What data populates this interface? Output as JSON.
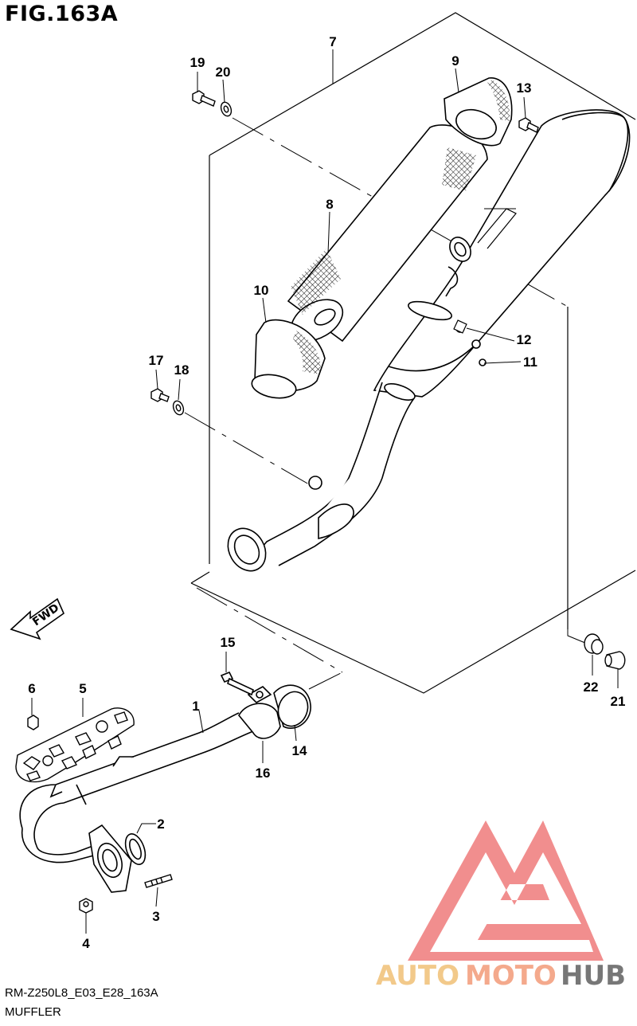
{
  "figure": {
    "title": "FIG.163A",
    "code": "RM-Z250L8_E03_E28_163A",
    "name": "MUFFLER"
  },
  "direction": {
    "label": "FWD"
  },
  "callouts": [
    {
      "num": "1"
    },
    {
      "num": "2"
    },
    {
      "num": "3"
    },
    {
      "num": "4"
    },
    {
      "num": "5"
    },
    {
      "num": "6"
    },
    {
      "num": "7"
    },
    {
      "num": "8"
    },
    {
      "num": "9"
    },
    {
      "num": "10"
    },
    {
      "num": "11"
    },
    {
      "num": "12"
    },
    {
      "num": "13"
    },
    {
      "num": "14"
    },
    {
      "num": "15"
    },
    {
      "num": "16"
    },
    {
      "num": "17"
    },
    {
      "num": "18"
    },
    {
      "num": "19"
    },
    {
      "num": "20"
    },
    {
      "num": "21"
    },
    {
      "num": "22"
    }
  ],
  "watermark": {
    "part1": "AUTO",
    "part2": "MOTO",
    "part3": "HUB",
    "color_primary": "#f4a98c",
    "color_secondary": "#f2c98a",
    "color_dark": "#777777",
    "logo_color": "#ef7b7b"
  }
}
